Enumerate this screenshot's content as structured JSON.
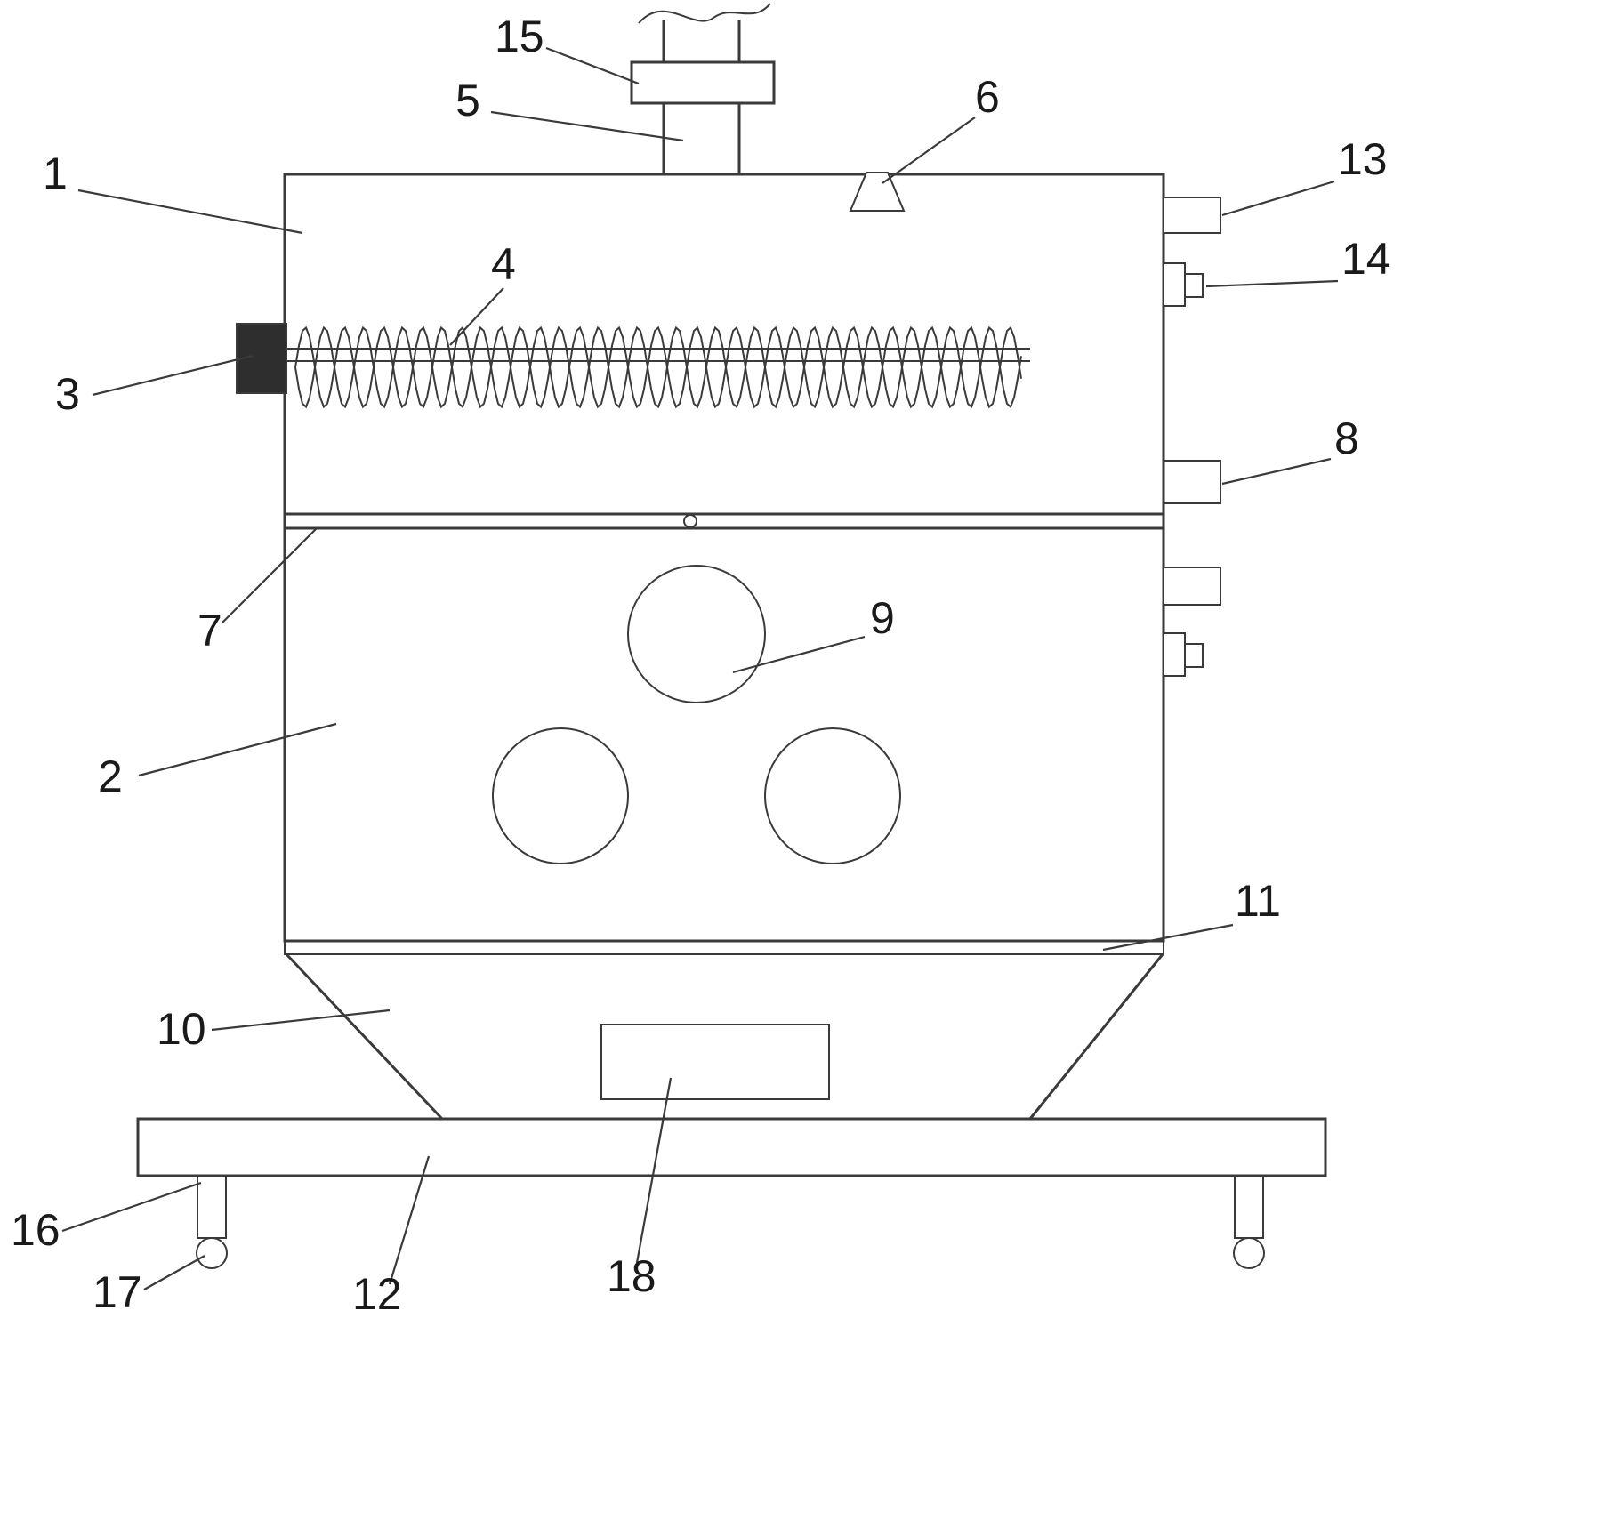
{
  "figure": {
    "kind": "patent-technical-diagram",
    "background": "#ffffff",
    "stroke_color": "#3a3a3a",
    "dark_fill_color": "#2e2e2e",
    "label_color": "#1a1a1a"
  },
  "labels": {
    "n1": "1",
    "n2": "2",
    "n3": "3",
    "n4": "4",
    "n5": "5",
    "n6": "6",
    "n7": "7",
    "n8": "8",
    "n9": "9",
    "n10": "10",
    "n11": "11",
    "n12": "12",
    "n13": "13",
    "n14": "14",
    "n15": "15",
    "n16": "16",
    "n17": "17",
    "n18": "18"
  }
}
